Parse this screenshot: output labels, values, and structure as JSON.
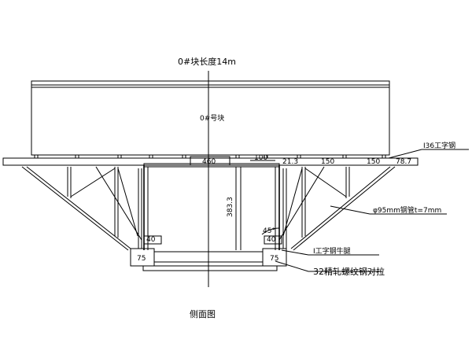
{
  "drawing": {
    "top_title": "0#块长度14m",
    "block_label": "0#号块",
    "caption": "侧面图"
  },
  "dimensions": {
    "d460": "460",
    "d100": "100",
    "d213": "21.3",
    "d150a": "150",
    "d150b": "150",
    "d787": "78.7",
    "d3833": "383.3",
    "d45": "45°",
    "d40a": "40",
    "d40b": "40",
    "d75a": "75",
    "d75b": "75"
  },
  "labels": {
    "i36": "I36工字钢",
    "pipe": "φ95mm钢管t=7mm",
    "beam": "Ⅰ工字钢牛腿",
    "rebar": "32精轧螺纹钢对拉"
  }
}
